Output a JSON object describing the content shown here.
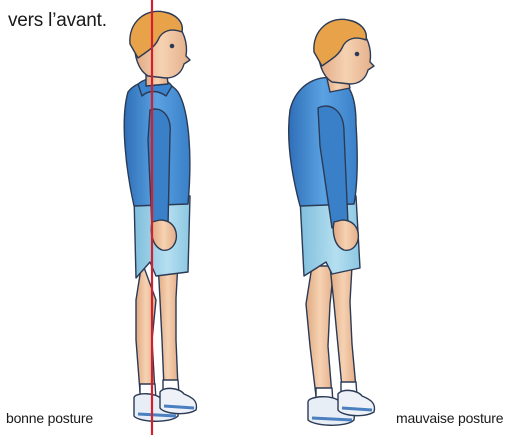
{
  "intro_text": "vers l’avant.",
  "labels": {
    "good": "bonne posture",
    "bad": "mauvaise posture"
  },
  "colors": {
    "shirt": "#4a90d9",
    "shirt_shade": "#2f6fb8",
    "shorts": "#9ccfe6",
    "skin": "#f0c9a4",
    "hair": "#e8a34a",
    "plumb_line": "#d4202c"
  }
}
